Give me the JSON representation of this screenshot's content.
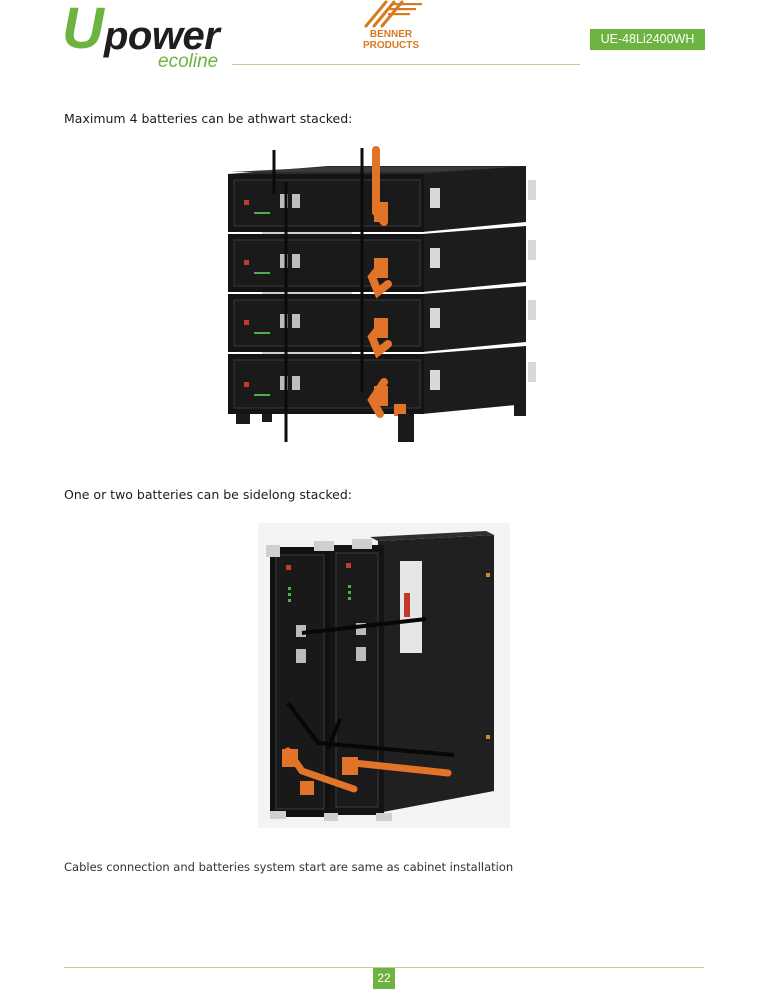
{
  "header": {
    "logo": {
      "mark": "U",
      "wordmark": "power",
      "subline": "ecoline"
    },
    "partner_logo": {
      "line1": "BENNER",
      "line2": "PRODUCTS"
    },
    "model": "UE-48Li2400WH"
  },
  "content": {
    "paragraph1": "Maximum 4 batteries can be athwart stacked:",
    "paragraph2": "One or two batteries can be sidelong stacked:",
    "paragraph3": "Cables connection and batteries system start are same as cabinet installation"
  },
  "footer": {
    "page_number": "22"
  },
  "colors": {
    "brand_green": "#6db33f",
    "brand_orange": "#d77a1e",
    "rule": "#b9d28e"
  }
}
